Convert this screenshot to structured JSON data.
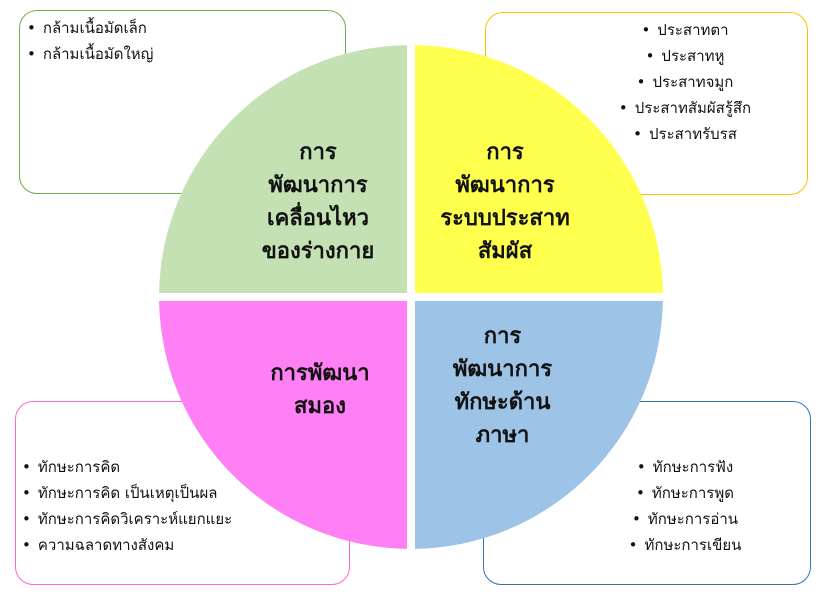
{
  "quadrants": {
    "top_left": {
      "label": "การ\nพัฒนาการ\nเคลื่อนไหว\nของร่างกาย",
      "color": "#c3e1b2",
      "items": [
        "กล้ามเนื้อมัดเล็ก",
        "กล้ามเนื้อมัดใหญ่"
      ],
      "border_color": "#70ad47"
    },
    "top_right": {
      "label": "การ\nพัฒนาการ\nระบบประสาท\nสัมผัส",
      "color": "#ffff4d",
      "items": [
        "ประสาทตา",
        "ประสาทหู",
        "ประสาทจมูก",
        "ประสาทสัมผัสรู้สึก",
        "ประสาทรับรส"
      ],
      "border_color": "#ffc000"
    },
    "bottom_left": {
      "label": "การพัฒนา\nสมอง",
      "color": "#ff7ff5",
      "items": [
        "ทักษะการคิด",
        "ทักษะการคิด เป็นเหตุเป็นผล",
        "ทักษะการคิดวิเคราะห์แยกแยะ",
        "ความฉลาดทางสังคม"
      ],
      "border_color": "#ff66cc"
    },
    "bottom_right": {
      "label": "การ\nพัฒนาการ\nทักษะด้าน\nภาษา",
      "color": "#9dc3e6",
      "items": [
        "ทักษะการฟัง",
        "ทักษะการพูด",
        "ทักษะการอ่าน",
        "ทักษะการเขียน"
      ],
      "border_color": "#2e75b6"
    }
  }
}
